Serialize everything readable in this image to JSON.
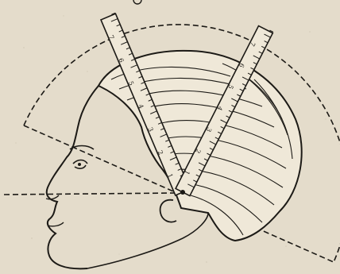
{
  "illustration": {
    "subject": "head-profile-with-measuring-rulers",
    "paper_color": "#e4dccb",
    "ink_color": "#1c1a16"
  },
  "ruler_left": {
    "tick_labels": [
      "1",
      "2",
      "3",
      "4",
      "5",
      "6",
      "7"
    ]
  },
  "ruler_right": {
    "tick_labels": [
      "1",
      "2",
      "3",
      "4",
      "5",
      "6",
      "7"
    ]
  }
}
